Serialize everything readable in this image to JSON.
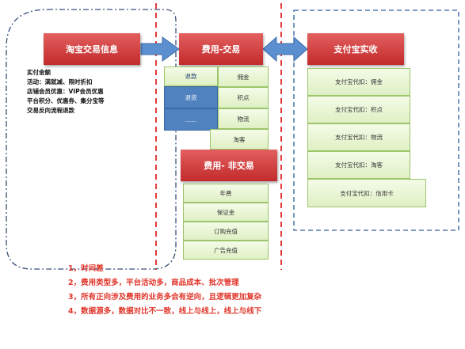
{
  "headers": {
    "taobao": "淘宝交易信息",
    "fee_trade": "费用-交易",
    "alipay": "支付宝实收",
    "fee_nontrade": "费用- 非交易"
  },
  "taobao_notes": [
    "实付金额",
    "活动：满就减、限时折扣",
    "店铺会员优惠：VIP会员优惠",
    "平台积分、优惠券、集分宝等",
    "交易反向流程退款"
  ],
  "fee_trade_items": {
    "left": [
      "退款",
      "退货",
      "......"
    ],
    "right": [
      "佣金",
      "积点",
      "物流",
      "淘客"
    ]
  },
  "fee_nontrade_items": [
    "年费",
    "保证金",
    "订购充值",
    "广告充值"
  ],
  "alipay_items": [
    "支付宝代扣：佣金",
    "支付宝代扣：积点",
    "支付宝代扣：物流",
    "支付宝代扣：淘客",
    "支付宝代扣：信用卡"
  ],
  "bottom_notes": [
    "1，时间差",
    "2，费用类型多，平台活动多，商品成本、批次管理",
    "3，所有正向涉及费用的业务多会有逆向，且逻辑更加复杂",
    "4，数据源多，数据对比不一致，线上与线上，线上与线下"
  ],
  "colors": {
    "header_red": "#d23c3c",
    "box_green": "#e6f4d0",
    "box_blue": "#4f82bf",
    "arrow_blue": "#5b8fd0",
    "divider_red": "#e03a3a",
    "bottom_text": "#e0362b"
  }
}
